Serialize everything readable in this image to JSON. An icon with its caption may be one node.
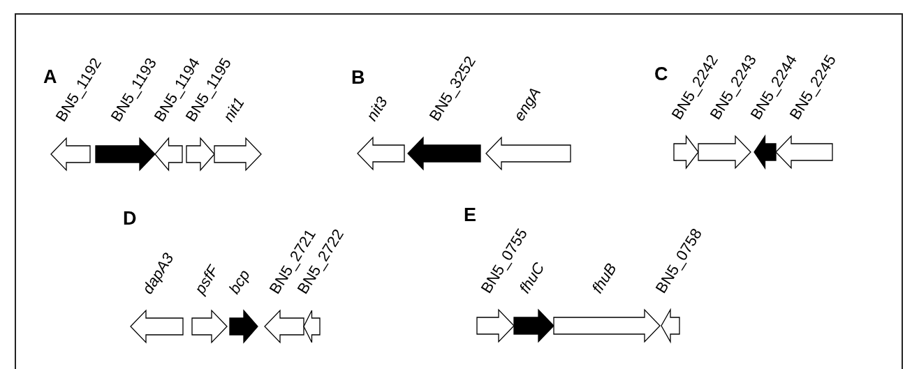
{
  "diagram": {
    "nodes": [
      {
        "text": [
          "BN5_1192"
        ]
      },
      {
        "text": [
          "BN5_1193"
        ]
      },
      {
        "text": [
          "BN5_1194"
        ]
      },
      {
        "text": [
          "BN5_1195"
        ]
      },
      {
        "text": [
          "nit1"
        ]
      },
      {
        "text": [
          "nit3"
        ]
      },
      {
        "text": [
          "BN5_3252"
        ]
      },
      {
        "text": [
          "engA"
        ]
      },
      {
        "text": [
          "BN5_2242"
        ]
      },
      {
        "text": [
          "BN5_2243"
        ]
      },
      {
        "text": [
          "BN5_2244"
        ]
      },
      {
        "text": [
          "BN5_2245"
        ]
      },
      {
        "text": [
          "dapA3"
        ]
      },
      {
        "text": [
          "psfF"
        ]
      },
      {
        "text": [
          "bcp"
        ]
      },
      {
        "text": [
          "BN5_2721"
        ]
      },
      {
        "text": [
          "BN5_2722"
        ]
      },
      {
        "text": [
          "BN5_0755"
        ]
      },
      {
        "text": [
          "fhuC"
        ]
      },
      {
        "text": [
          "fhuB"
        ]
      },
      {
        "text": [
          "BN5_0758"
        ]
      }
    ],
    "labels": [
      "A",
      "B",
      "C",
      "D",
      "E"
    ]
  }
}
